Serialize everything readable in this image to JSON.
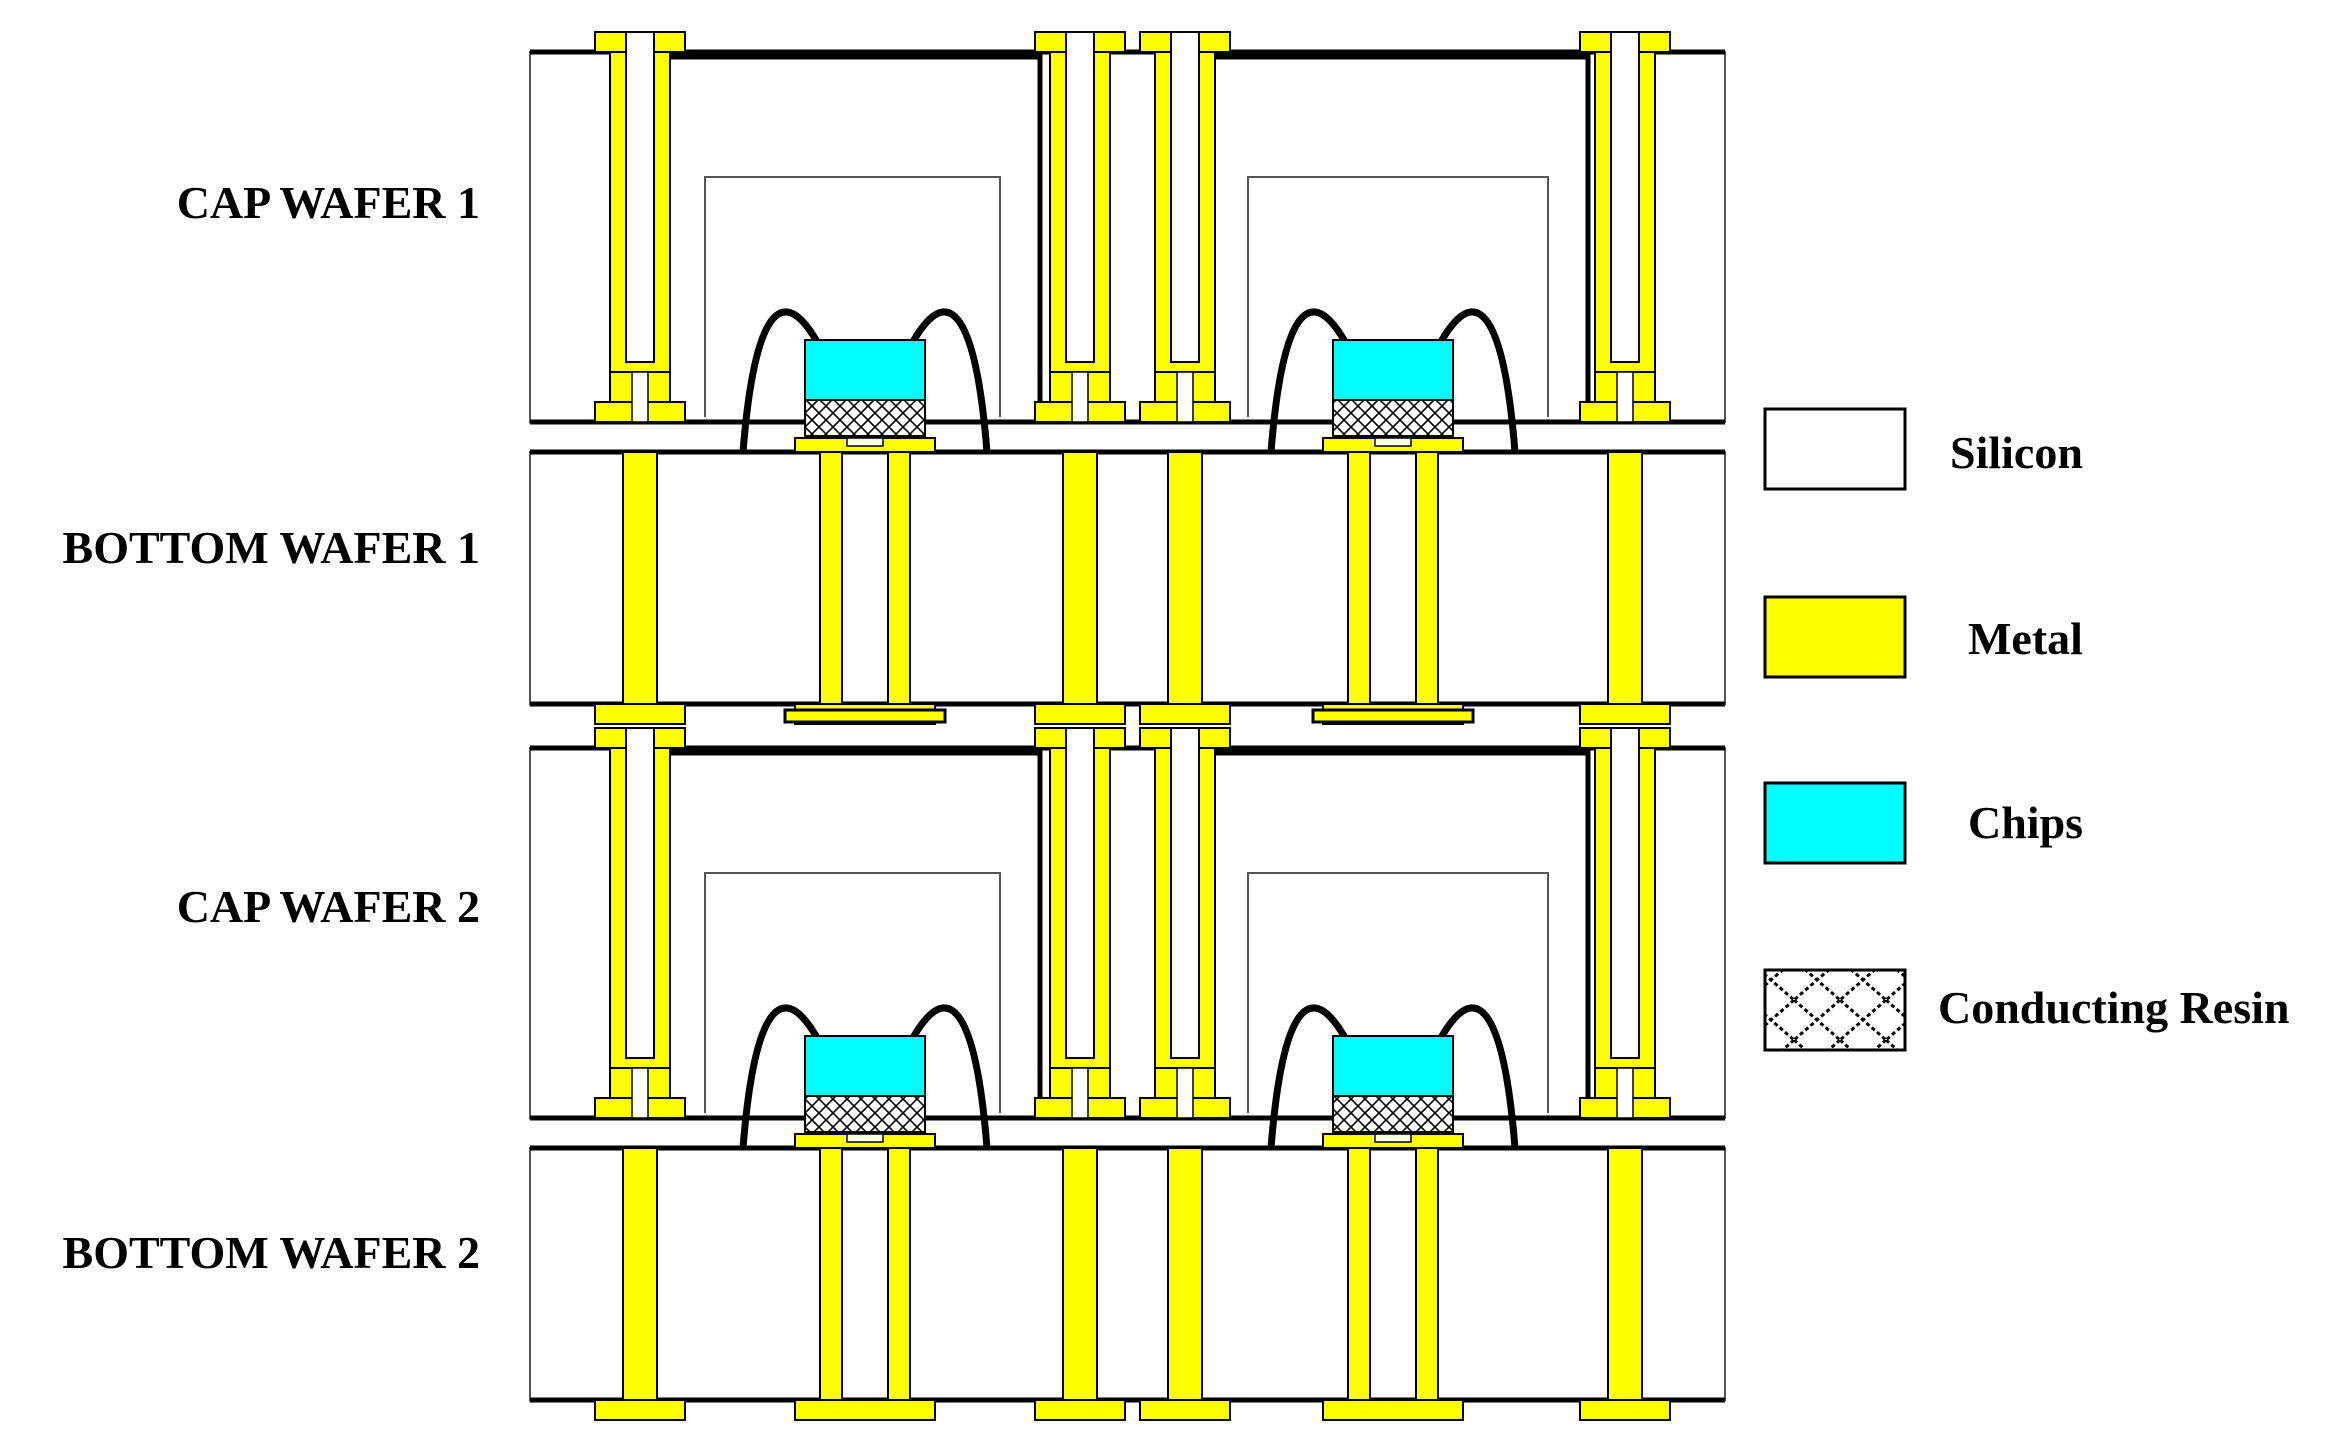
{
  "labels": {
    "cap_wafer_1": "CAP WAFER 1",
    "bottom_wafer_1": "BOTTOM WAFER 1",
    "cap_wafer_2": "CAP WAFER 2",
    "bottom_wafer_2": "BOTTOM WAFER 2"
  },
  "legend": [
    {
      "label": "Silicon",
      "swatch": "silicon"
    },
    {
      "label": "Metal",
      "swatch": "metal"
    },
    {
      "label": "Chips",
      "swatch": "chip"
    },
    {
      "label": "Conducting Resin",
      "swatch": "resin"
    }
  ],
  "colors": {
    "silicon": "#ffffff",
    "metal": "#ffff00",
    "chip": "#00ffff",
    "outline": "#000000",
    "cavity_line": "#555555"
  }
}
